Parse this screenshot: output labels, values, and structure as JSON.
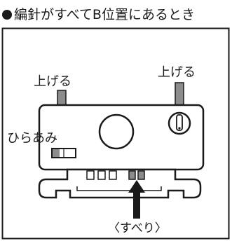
{
  "title": "編針がすべてB位置にあるとき",
  "labels": {
    "raise_left": "上げる",
    "raise_right": "上げる",
    "hiraami": "ひらあみ",
    "suberi": "〈すべり〉"
  },
  "colors": {
    "ink": "#1a1a1a",
    "gray_fill": "#8c8c8c",
    "light_fill": "#ffffff"
  }
}
